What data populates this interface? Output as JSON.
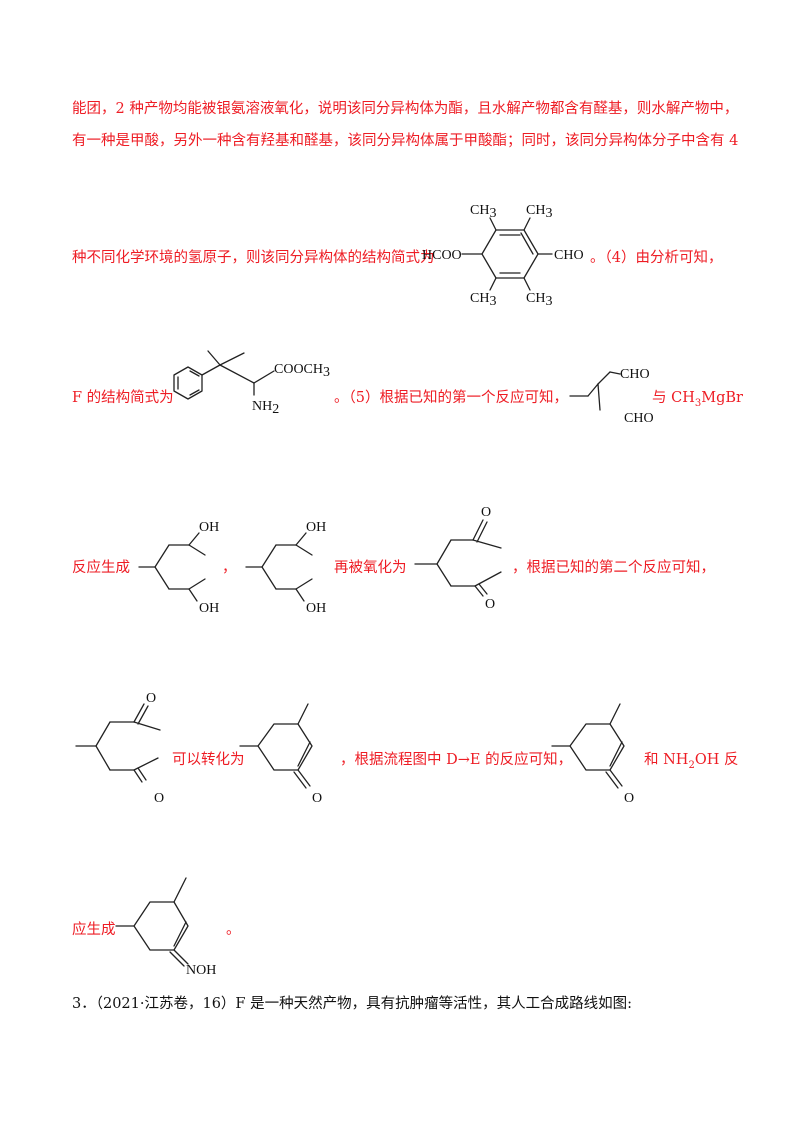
{
  "para": {
    "line1": "能团，2 种产物均能被银氨溶液氧化，说明该同分异构体为酯，且水解产物都含有醛基，则水解产物中，",
    "line2": "有一种是甲酸，另外一种含有羟基和醛基，该同分异构体属于甲酸酯；同时，该同分异构体分子中含有 4",
    "line3_pre": "种不同化学环境的氢原子，则该同分异构体的结构简式为",
    "line3_post": "。（4）由分析可知，",
    "line4_pre": "F 的结构简式为",
    "line4_mid": "。（5）根据已知的第一个反应可知，",
    "line4_post_pre": "与 CH",
    "line4_post_sub": "3",
    "line4_post_end": "MgBr",
    "line5_pre": "反应生成",
    "line5_comma": "，",
    "line5_mid": "再被氧化为",
    "line5_post": "，根据已知的第二个反应可知，",
    "line6_mid": "可以转化为",
    "line6_post": "，根据流程图中 D→E 的反应可知，",
    "line6_end_pre": "和 NH",
    "line6_end_sub": "2",
    "line6_end_post": "OH 反",
    "line7_pre": "应生成",
    "line7_post": "。",
    "question": "3．（2021·江苏卷，16）F 是一种天然产物，具有抗肿瘤等活性，其人工合成路线如图:"
  },
  "labels": {
    "ch3": "CH",
    "three": "3",
    "hcoo": "HCOO",
    "cho": "CHO",
    "cooch": "COOCH",
    "nh": "NH",
    "two": "2",
    "oh": "OH",
    "o": "O",
    "noh": "NOH"
  },
  "colors": {
    "answer_text": "#ee1c24",
    "body_text": "#111111"
  }
}
